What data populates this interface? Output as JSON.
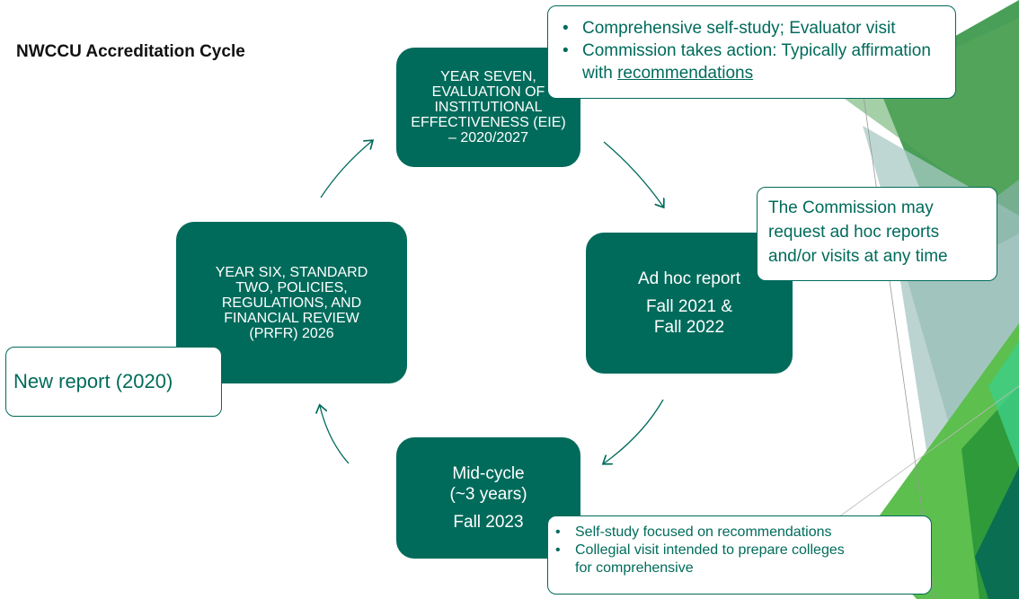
{
  "title": "NWCCU Accreditation Cycle",
  "boxes": {
    "year_seven": "YEAR SEVEN, EVALUATION OF INSTITUTIONAL EFFECTIVENESS (EIE) – 2020/2027",
    "adhoc": {
      "label": "Ad hoc report",
      "dates": "Fall 2021 & Fall 2022"
    },
    "midcycle": {
      "label": "Mid-cycle (~3 years)",
      "dates": "Fall 2023"
    },
    "year_six": "YEAR SIX, STANDARD TWO, POLICIES, REGULATIONS, AND FINANCIAL REVIEW (PRFR) 2026"
  },
  "callouts": {
    "top": {
      "items": [
        "Comprehensive self-study;  Evaluator visit",
        "Commission takes action:  Typically affirmation with"
      ],
      "underlined": "recommendations"
    },
    "commission": "The Commission may request ad hoc reports and/or visits at any time",
    "new_report": "New report (2020)",
    "midcycle": {
      "items": [
        "Self-study focused on recommendations",
        "Collegial visit intended to prepare colleges for comprehensive"
      ]
    }
  },
  "colors": {
    "box": "#006b5b",
    "callout_text": "#006b5b",
    "decor_greens": [
      "#2e8b3e",
      "#4caf50",
      "#7ec850",
      "#0b7a52"
    ]
  }
}
